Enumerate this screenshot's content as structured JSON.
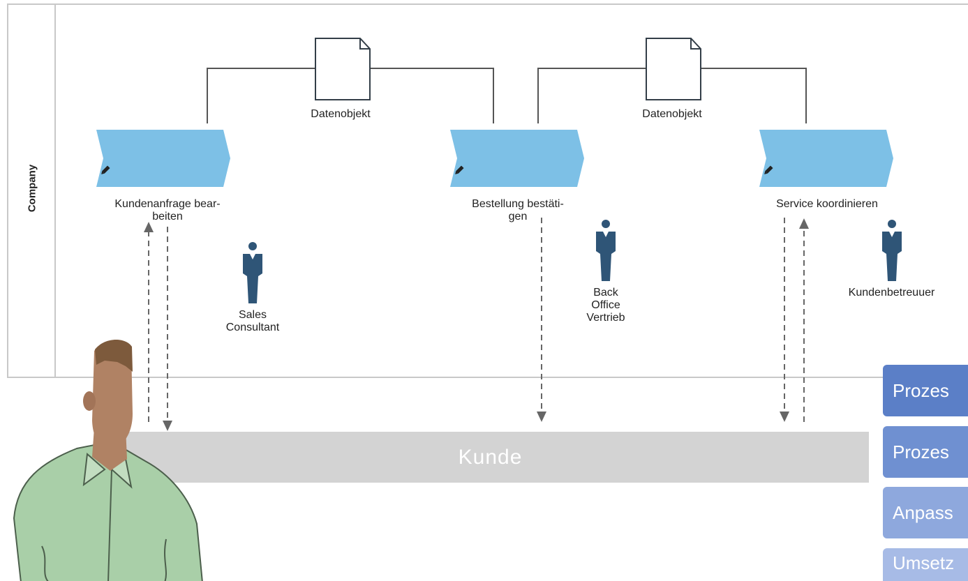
{
  "pool": {
    "label": "Company"
  },
  "functions": [
    {
      "label_line1": "Kundenanfrage bear-",
      "label_line2": "beiten"
    },
    {
      "label_line1": "Bestellung bestäti-",
      "label_line2": "gen"
    },
    {
      "label_line1": "Service koordinieren",
      "label_line2": ""
    }
  ],
  "data_objects": [
    {
      "label": "Datenobjekt"
    },
    {
      "label": "Datenobjekt"
    }
  ],
  "roles": [
    {
      "line1": "Sales",
      "line2": "Consultant",
      "line3": ""
    },
    {
      "line1": "Back",
      "line2": "Office",
      "line3": "Vertrieb"
    },
    {
      "line1": "Kundenbetreuuer",
      "line2": "",
      "line3": ""
    }
  ],
  "customer_lane": {
    "label": "Kunde"
  },
  "side_menu": [
    {
      "label": "Prozes",
      "color": "#5b7fc7"
    },
    {
      "label": "Prozes",
      "color": "#6f90d1"
    },
    {
      "label": "Anpass",
      "color": "#8ea8dd"
    },
    {
      "label": "Umsetz",
      "color": "#a7bbe6"
    }
  ],
  "colors": {
    "function_fill": "#7dc0e6",
    "role_icon": "#2f5577",
    "connector": "#555555",
    "dashed": "#666666"
  }
}
